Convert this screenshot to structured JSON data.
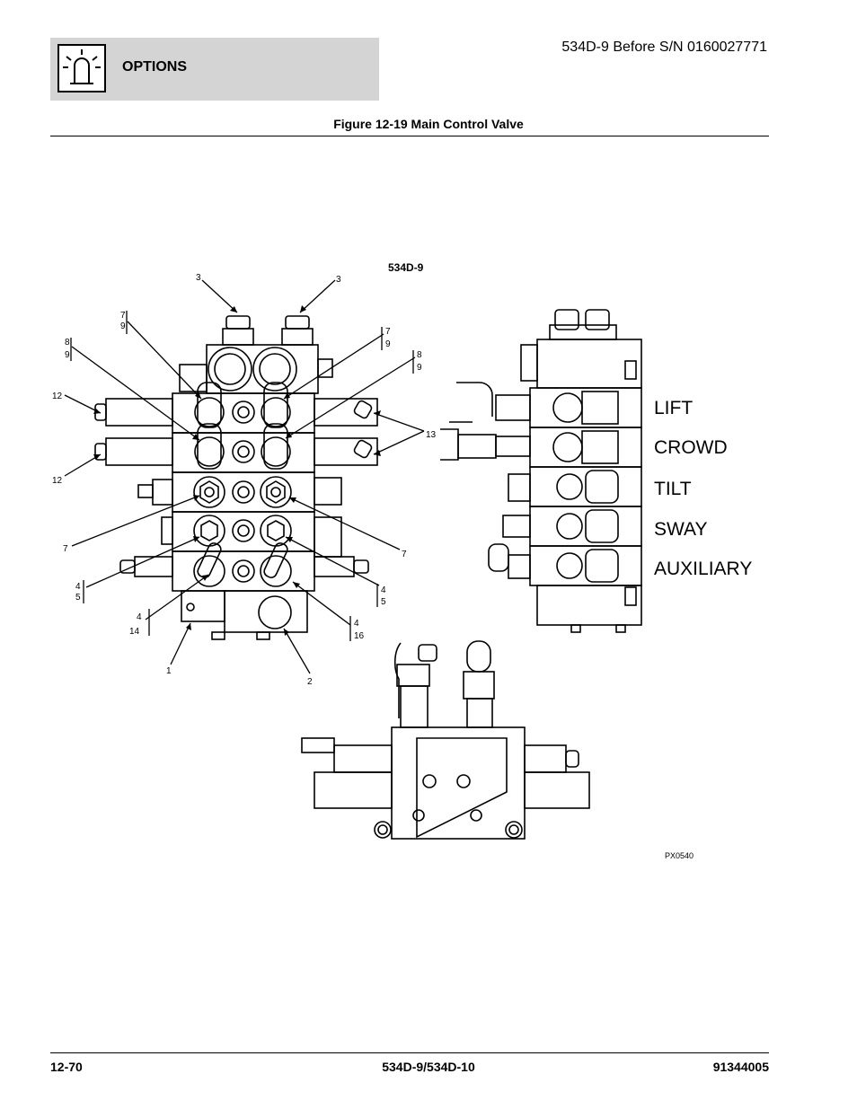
{
  "header": {
    "section_title": "OPTIONS",
    "icon": "warning-beacon-icon",
    "serial_note": "534D-9 Before S/N 0160027771"
  },
  "figure": {
    "title": "Figure 12-19 Main Control Valve",
    "model_label": "534D-9",
    "image_code": "PX0540",
    "section_labels": [
      "LIFT",
      "CROWD",
      "TILT",
      "SWAY",
      "AUXILIARY"
    ],
    "callouts": {
      "c3a": "3",
      "c3b": "3",
      "c7a": "7",
      "c9a": "9",
      "c8a": "8",
      "c9b": "9",
      "c7b": "7",
      "c9c": "9",
      "c8b": "8",
      "c9d": "9",
      "c12a": "12",
      "c12b": "12",
      "c13": "13",
      "c7c": "7",
      "c7d": "7",
      "c4a": "4",
      "c5a": "5",
      "c4b": "4",
      "c5b": "5",
      "c4c": "4",
      "c14": "14",
      "c4d": "4",
      "c16": "16",
      "c1": "1",
      "c2": "2"
    }
  },
  "footer": {
    "page_number": "12-70",
    "models": "534D-9/534D-10",
    "doc_number": "91344005"
  }
}
